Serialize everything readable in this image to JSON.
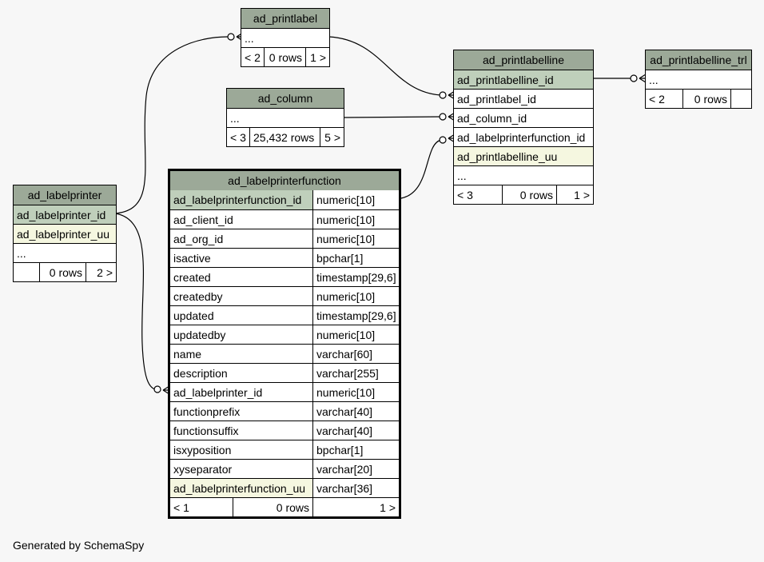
{
  "tables": {
    "ad_printlabel": {
      "title": "ad_printlabel",
      "rows": [
        "..."
      ],
      "footer": [
        "< 2",
        "0 rows",
        "1 >"
      ]
    },
    "ad_column": {
      "title": "ad_column",
      "rows": [
        "..."
      ],
      "footer": [
        "< 3",
        "25,432 rows",
        "5 >"
      ]
    },
    "ad_printlabelline": {
      "title": "ad_printlabelline",
      "rows": [
        "ad_printlabelline_id",
        "ad_printlabel_id",
        "ad_column_id",
        "ad_labelprinterfunction_id",
        "ad_printlabelline_uu",
        "..."
      ],
      "footer": [
        "< 3",
        "0 rows",
        "1 >"
      ]
    },
    "ad_printlabelline_trl": {
      "title": "ad_printlabelline_trl",
      "rows": [
        "..."
      ],
      "footer": [
        "< 2",
        "0 rows",
        ""
      ]
    },
    "ad_labelprinter": {
      "title": "ad_labelprinter",
      "rows": [
        "ad_labelprinter_id",
        "ad_labelprinter_uu",
        "..."
      ],
      "footer": [
        "",
        "0 rows",
        "2 >"
      ]
    },
    "ad_labelprinterfunction": {
      "title": "ad_labelprinterfunction",
      "columns": [
        {
          "name": "ad_labelprinterfunction_id",
          "type": "numeric[10]"
        },
        {
          "name": "ad_client_id",
          "type": "numeric[10]"
        },
        {
          "name": "ad_org_id",
          "type": "numeric[10]"
        },
        {
          "name": "isactive",
          "type": "bpchar[1]"
        },
        {
          "name": "created",
          "type": "timestamp[29,6]"
        },
        {
          "name": "createdby",
          "type": "numeric[10]"
        },
        {
          "name": "updated",
          "type": "timestamp[29,6]"
        },
        {
          "name": "updatedby",
          "type": "numeric[10]"
        },
        {
          "name": "name",
          "type": "varchar[60]"
        },
        {
          "name": "description",
          "type": "varchar[255]"
        },
        {
          "name": "ad_labelprinter_id",
          "type": "numeric[10]"
        },
        {
          "name": "functionprefix",
          "type": "varchar[40]"
        },
        {
          "name": "functionsuffix",
          "type": "varchar[40]"
        },
        {
          "name": "isxyposition",
          "type": "bpchar[1]"
        },
        {
          "name": "xyseparator",
          "type": "varchar[20]"
        },
        {
          "name": "ad_labelprinterfunction_uu",
          "type": "varchar[36]"
        }
      ],
      "footer": [
        "< 1",
        "0 rows",
        "1 >"
      ]
    }
  },
  "credit": "Generated by SchemaSpy"
}
